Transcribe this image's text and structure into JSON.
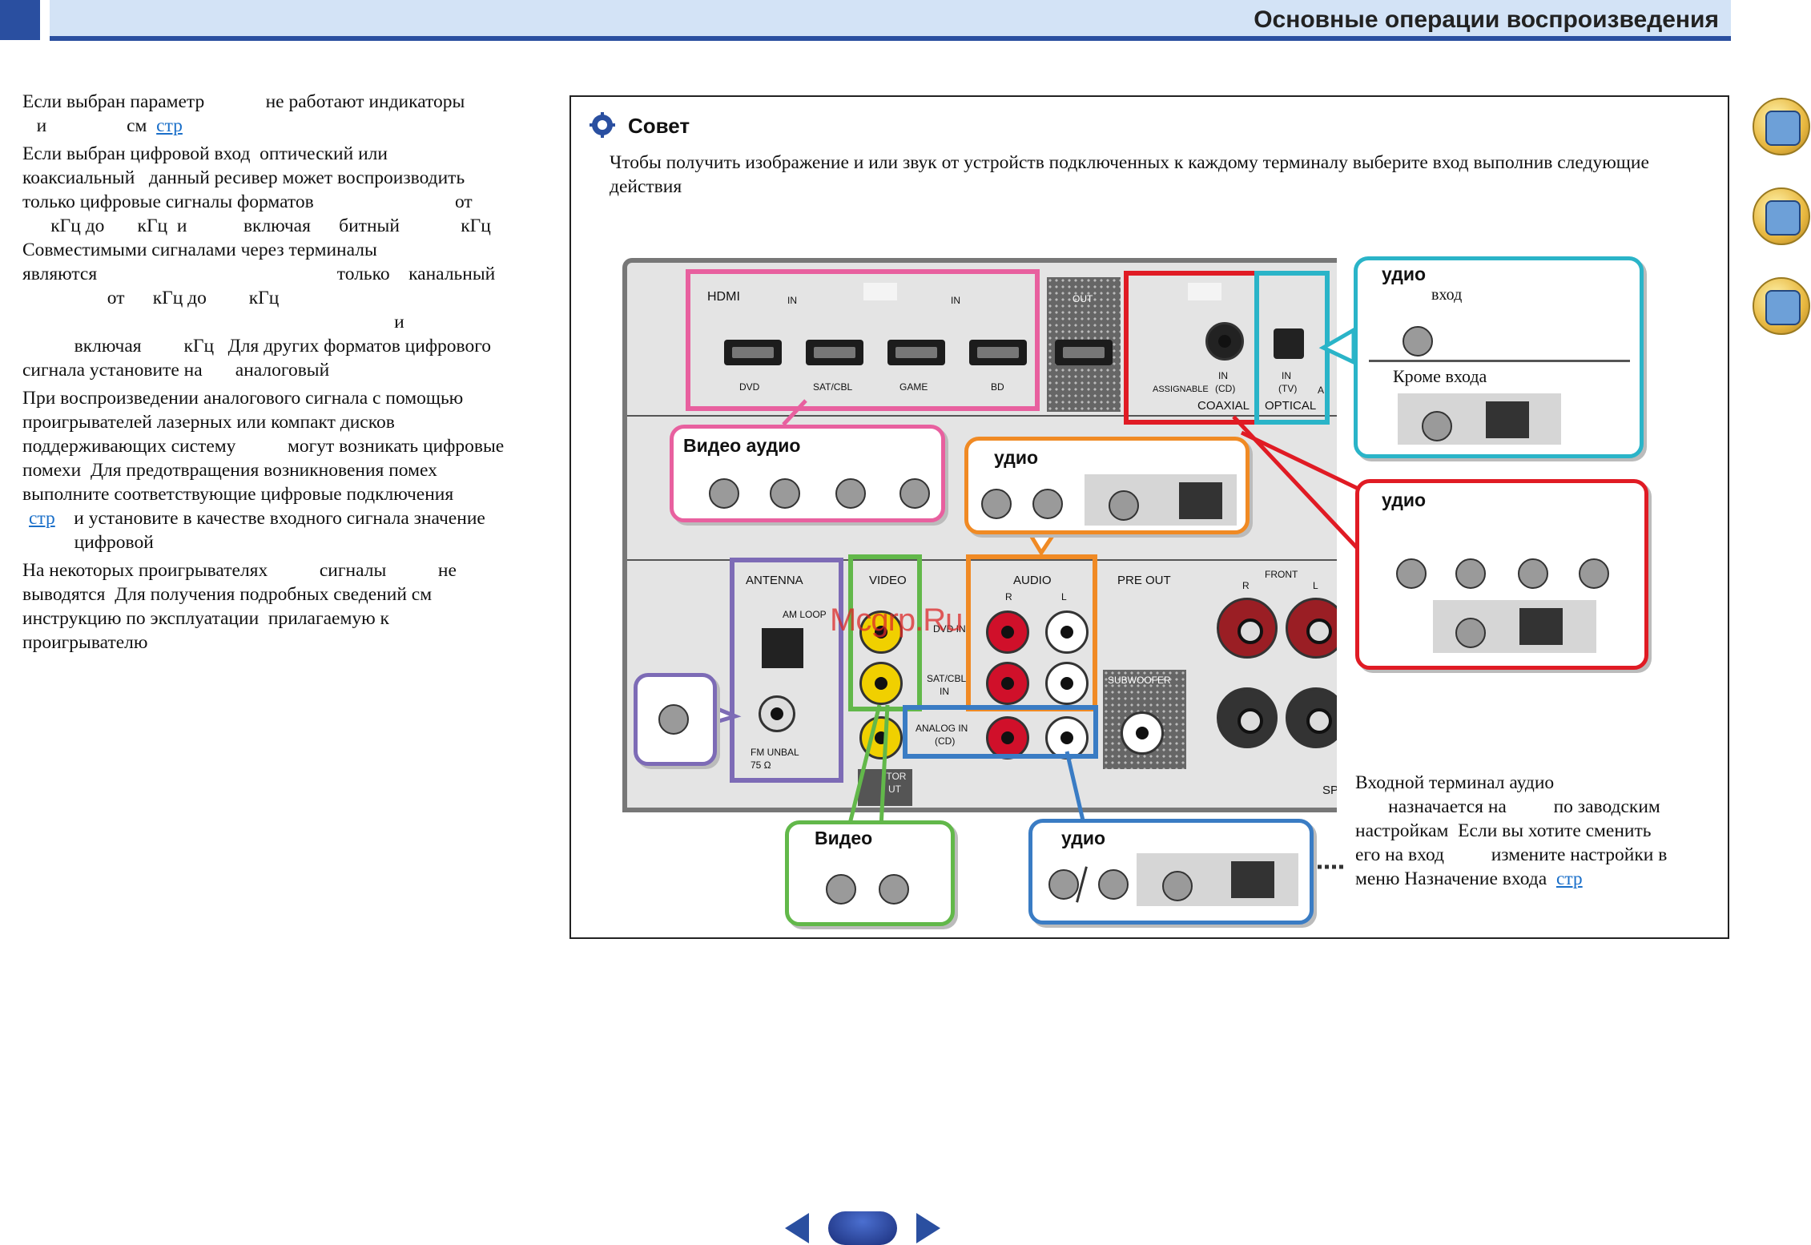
{
  "header": {
    "title": "Основные операции воспроизведения"
  },
  "left_column": {
    "paragraphs": [
      "Если выбран параметр             не работают индикаторы\n   и                 см  ",
      "Если выбран цифровой вход  оптический или\nкоаксиальный   данный ресивер может воспроизводить\nтолько цифровые сигналы форматов                              от\n      кГц до       кГц  и            включая      битный             кГц\nСовместимыми сигналами через терминалы\nявляются                                                   только    канальный\n                  от      кГц до         кГц\n                                                                               и\n           включая         кГц   Для других форматов цифрового\nсигнала установите на       аналоговый",
      "При воспроизведении аналогового сигнала с помощью\nпроигрывателей лазерных или компакт дисков\nподдерживающих систему           могут возникать цифровые\nпомехи  Для предотвращения возникновения помех\nвыполните соответствующие цифровые подключения\n",
      "На некоторых проигрывателях           сигналы           не\nвыводятся  Для получения подробных сведений см\nинструкцию по эксплуатации  прилагаемую к\nпроигрывателю"
    ],
    "link1": "стр",
    "link2": "стр",
    "link2_suffix": "    и установите в качестве входного сигнала значение\n           цифровой"
  },
  "tip": {
    "title": "Совет",
    "text": "Чтобы получить изображение и или звук от устройств  подключенных к каждому терминалу  выберите вход  выполнив следующие действия"
  },
  "panel": {
    "hdmi_label": "HDMI",
    "in_label": "IN",
    "out_label": "OUT",
    "hdmi_ports": [
      "DVD",
      "SAT/CBL",
      "GAME",
      "BD"
    ],
    "assignable": "ASSIGNABLE",
    "coax_in": "IN",
    "coax_cd": "(CD)",
    "coaxial": "COAXIAL",
    "opt_in": "IN",
    "opt_tv": "(TV)",
    "optical": "OPTICAL",
    "opt_partial": "A",
    "antenna": "ANTENNA",
    "am_loop": "AM LOOP",
    "fm_unbal": "FM UNBAL",
    "fm_ohm": "75 Ω",
    "video": "VIDEO",
    "audio": "AUDIO",
    "audio_r": "R",
    "audio_l": "L",
    "dvd_in": "DVD IN",
    "sat_cbl": "SAT/CBL",
    "sat_in": "IN",
    "analog_in": "ANALOG IN",
    "analog_cd": "(CD)",
    "monitor_partial": "ITOR",
    "out_partial": "UT",
    "pre_out": "PRE OUT",
    "front": "FRONT",
    "front_r": "R",
    "front_l": "L",
    "subwoofer": "SUBWOOFER",
    "sp_partial": "SP"
  },
  "callouts": {
    "video_audio": "Видео аудио",
    "audio_orange": "удио",
    "audio_cyan": "удио",
    "input_word": "вход",
    "except_input": "Кроме входа",
    "audio_red": "удио",
    "video_green": "Видео",
    "audio_blue": "удио",
    "note": "Входной терминал аудио\n       назначается на          по заводским\nнастройкам  Если вы хотите сменить\nего на вход          измените настройки в\nменю Назначение входа  ",
    "note_link": "стр"
  },
  "watermark": "Mcgrp.Ru",
  "side_icons": [
    "book-icon",
    "remote-control-icon",
    "troubleshooting-icon"
  ],
  "colors": {
    "header_blue": "#2a4fa0",
    "pink": "#e8609f",
    "red": "#e01b24",
    "cyan": "#2ab4c8",
    "orange": "#f08a24",
    "purple": "#7d6bb6",
    "green": "#62b84a",
    "blue": "#3a7cc4"
  }
}
